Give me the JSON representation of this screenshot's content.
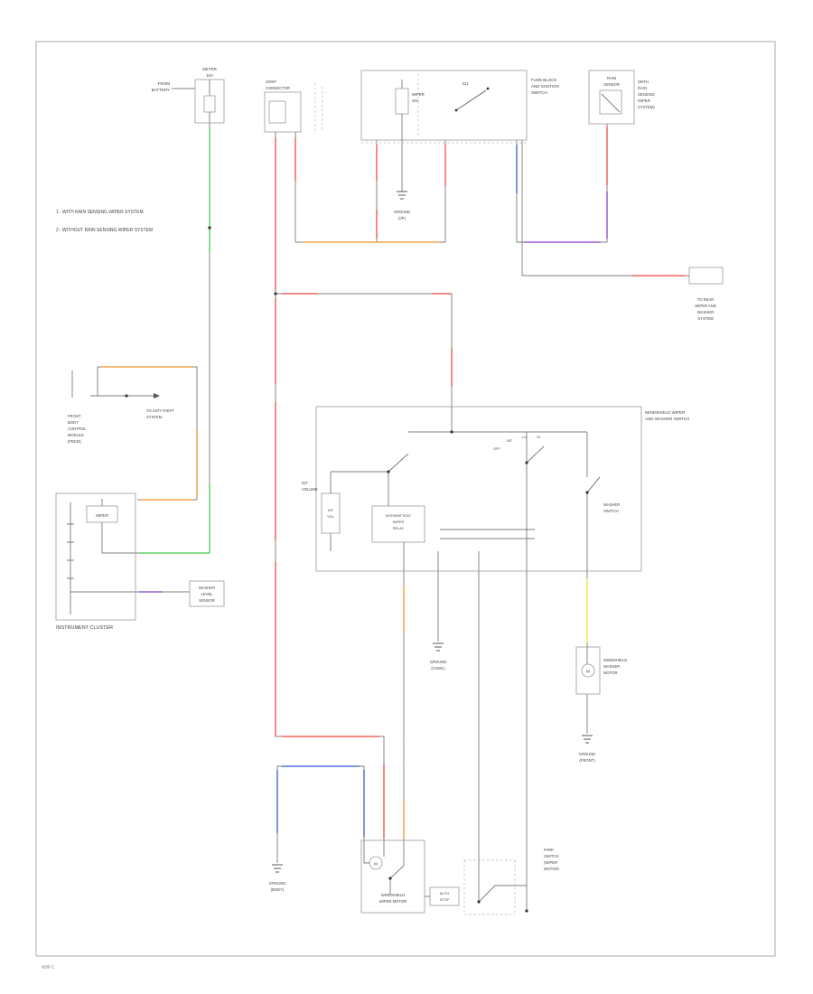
{
  "page": {
    "code": "WW-1",
    "notes": [
      "1 : WITH RAIN SENSING WIPER SYSTEM",
      "2 : WITHOUT RAIN SENSING WIPER SYSTEM"
    ]
  },
  "colors": {
    "green": "#63d06a",
    "red": "#f0655f",
    "orange": "#f0a24f",
    "blue": "#5c6fdc",
    "purple": "#9a5fd0",
    "yellow": "#ece24f"
  },
  "components": {
    "battery_feed": [
      "FROM",
      "BATTERY"
    ],
    "meter_fuse": [
      "METER",
      "10A"
    ],
    "joint_connector": [
      "JOINT",
      "CONNECTOR"
    ],
    "fuse_block": [
      "FUSE BLOCK",
      "AND IGNITION",
      "SWITCH"
    ],
    "wiper_fuse": [
      "WIPER",
      "20A"
    ],
    "ig1": "IG1",
    "ground_ip": [
      "GROUND",
      "(I/P)"
    ],
    "rain_sensor": [
      "RAIN",
      "SENSOR"
    ],
    "rain_sensor_note": [
      "(WITH",
      "RAIN",
      "SENSING",
      "WIPER",
      "SYSTEM)"
    ],
    "rear_system_ref": [
      "TO REAR",
      "WIPER AND",
      "WASHER",
      "SYSTEM"
    ],
    "fbcm": [
      "FRONT",
      "BODY",
      "CONTROL",
      "MODULE",
      "(FBCM)"
    ],
    "anti_theft": [
      "TO ANTI-THEFT",
      "SYSTEM"
    ],
    "instrument_cluster": "INSTRUMENT CLUSTER",
    "wiper_indicator": "WIPER",
    "washer_level_sensor": [
      "WASHER",
      "LEVEL",
      "SENSOR"
    ],
    "switch_assembly": [
      "WINDSHIELD WIPER",
      "AND WASHER SWITCH"
    ],
    "int_volume": [
      "INT",
      "VOLUME"
    ],
    "int_vol_box": [
      "INT",
      "VOL"
    ],
    "int_relay": [
      "INTERMITTENT",
      "WIPER",
      "RELAY"
    ],
    "positions": [
      "OFF",
      "INT",
      "LO",
      "HI"
    ],
    "washer_switch": [
      "WASHER",
      "SWITCH"
    ],
    "ground_cowl": [
      "GROUND",
      "(COWL)"
    ],
    "washer_motor": [
      "WINDSHIELD",
      "WASHER",
      "MOTOR"
    ],
    "motor_m": "M",
    "ground_front": [
      "GROUND",
      "(FRONT)"
    ],
    "ground_body": [
      "GROUND",
      "(BODY)"
    ],
    "wiper_motor": [
      "WINDSHIELD",
      "WIPER MOTOR"
    ],
    "auto_stop": [
      "AUTO",
      "STOP"
    ],
    "park_switch": [
      "PARK",
      "SWITCH",
      "(WIPER",
      "MOTOR)"
    ]
  }
}
